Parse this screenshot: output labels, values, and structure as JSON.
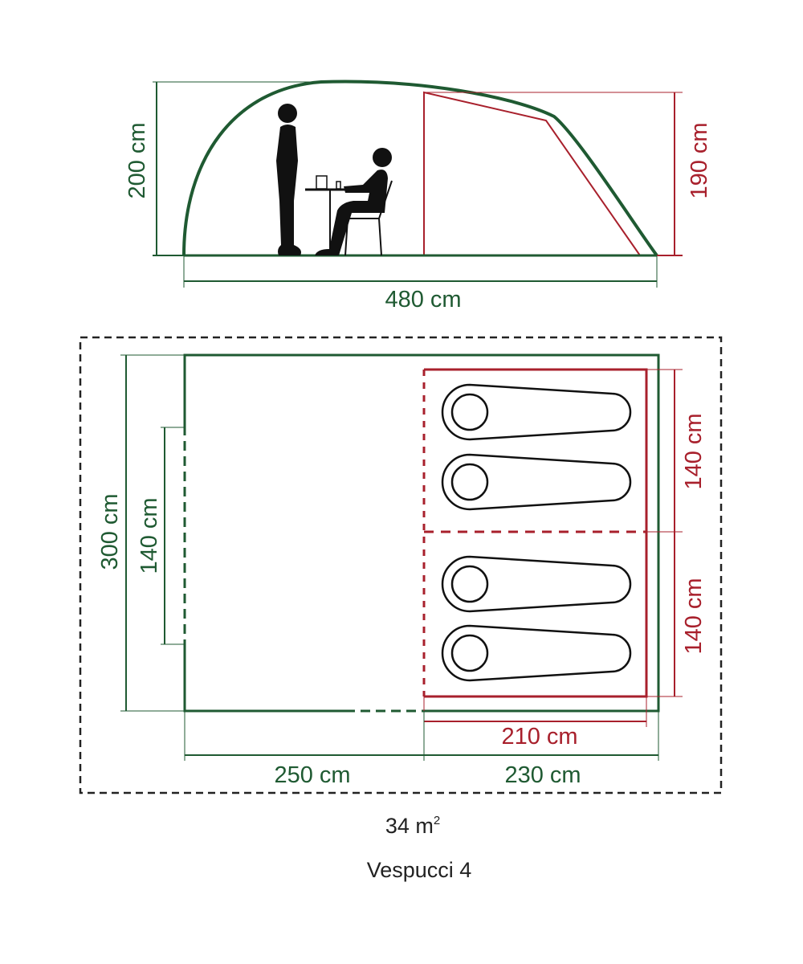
{
  "colors": {
    "tent_outline": "#1f5a32",
    "inner_tent": "#a8202c",
    "footprint": "#222222"
  },
  "side_view": {
    "height_total": "200 cm",
    "height_inner": "190 cm",
    "length_total": "480 cm"
  },
  "floor_plan": {
    "width_total": "300 cm",
    "door_width": "140 cm",
    "bedroom_width_1": "140 cm",
    "bedroom_width_2": "140 cm",
    "bedroom_length": "210 cm",
    "living_length": "250 cm",
    "sleeping_length": "230 cm",
    "sleeping_bags": 4
  },
  "area": {
    "value": "34 m",
    "superscript": "2"
  },
  "product_name": "Vespucci 4"
}
